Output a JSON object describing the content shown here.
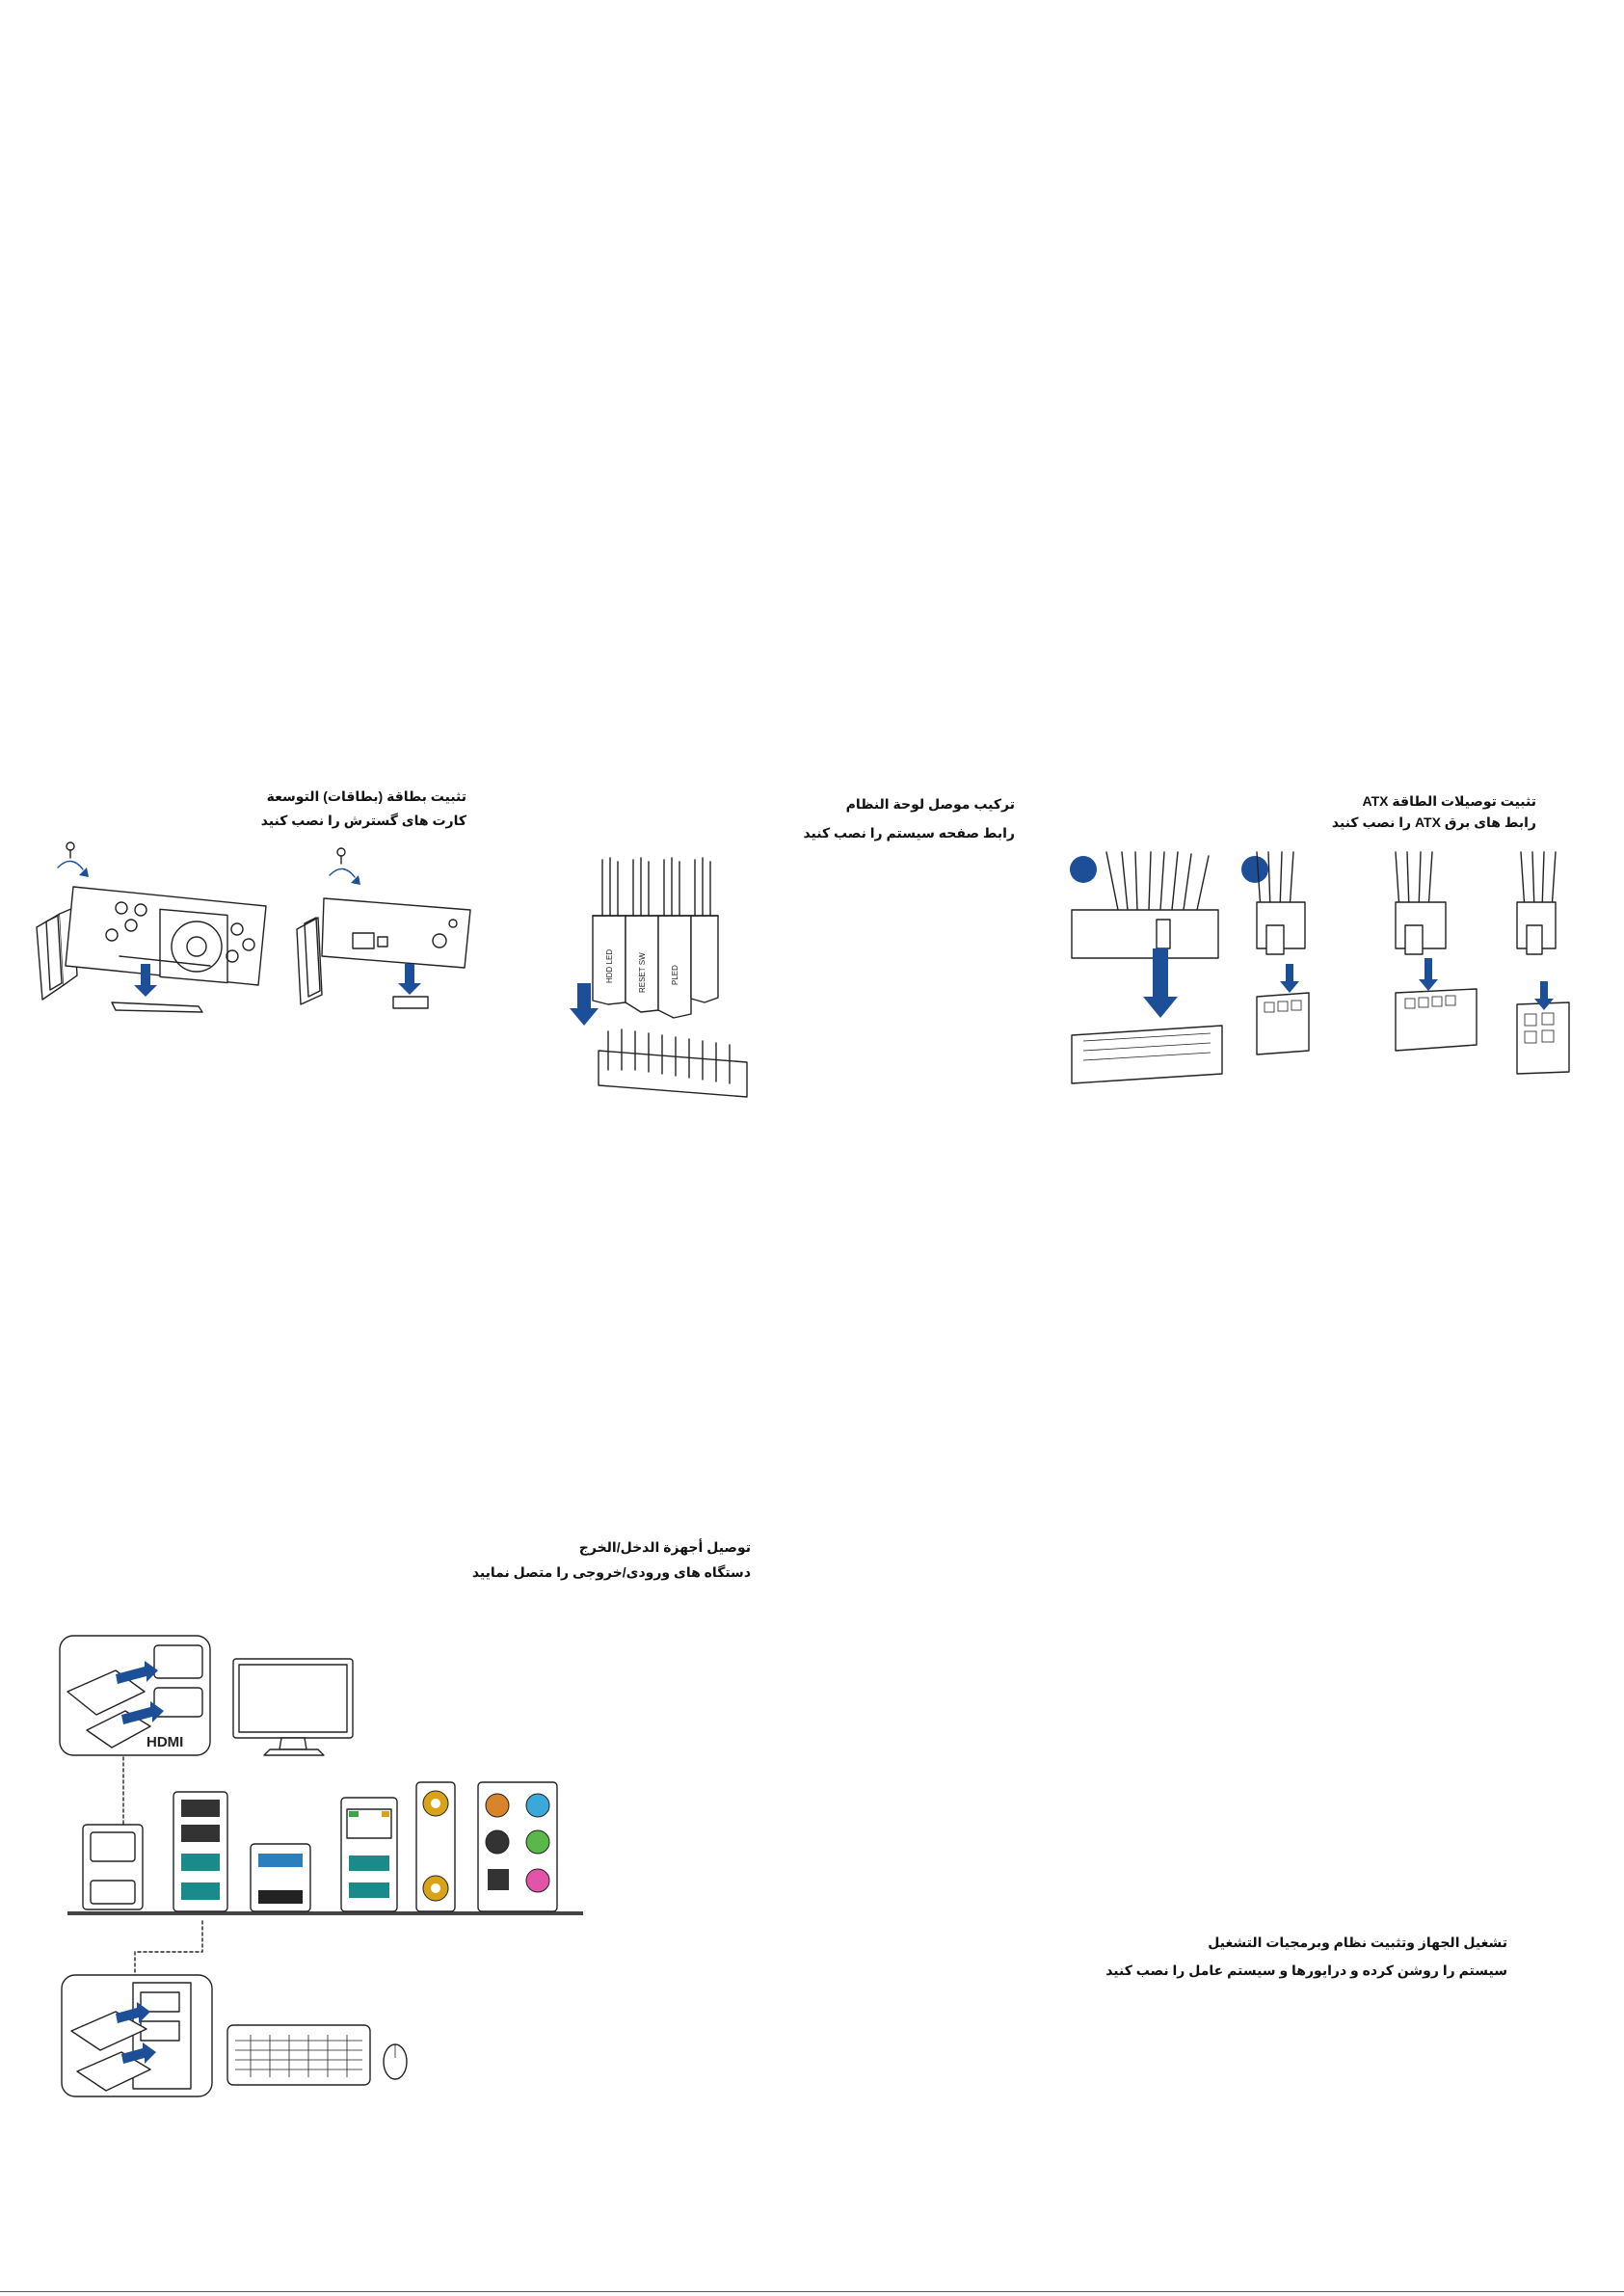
{
  "sections": {
    "expansion": {
      "title": "تثبيت بطاقة (بطاقات) التوسعة",
      "subtitle": "کارت های گسترش را نصب کنید"
    },
    "panel": {
      "title": "تركيب موصل لوحة النظام",
      "subtitle": "رابط صفحه سیستم را نصب کنید",
      "labels": [
        "HDD LED",
        "RESET SW",
        "PLED"
      ]
    },
    "atx": {
      "title": "تثبيت توصيلات الطاقة ATX",
      "subtitle": "رابط های برق ATX را نصب کنید"
    },
    "io": {
      "title": "توصيل أجهزة الدخل/الخرج",
      "subtitle": "دستگاه های ورودی/خروجی را متصل نمایید",
      "hdmi_logo": "HDMI"
    },
    "boot": {
      "title": "تشغيل الجهاز وتثبيت نظام وبرمجيات التشغيل",
      "subtitle": "سیستم را روشن کرده و درایورها و سیستم عامل را نصب کنید"
    }
  },
  "colors": {
    "accent": "#1d4f99",
    "usb3": "#2a7fbf",
    "lan_led": "#3aa64a",
    "spdif_gold": "#d9a317"
  },
  "icons": [
    "screw-icon",
    "rotate-arrow-icon",
    "down-arrow-icon",
    "monitor-icon",
    "keyboard-icon",
    "mouse-icon"
  ]
}
